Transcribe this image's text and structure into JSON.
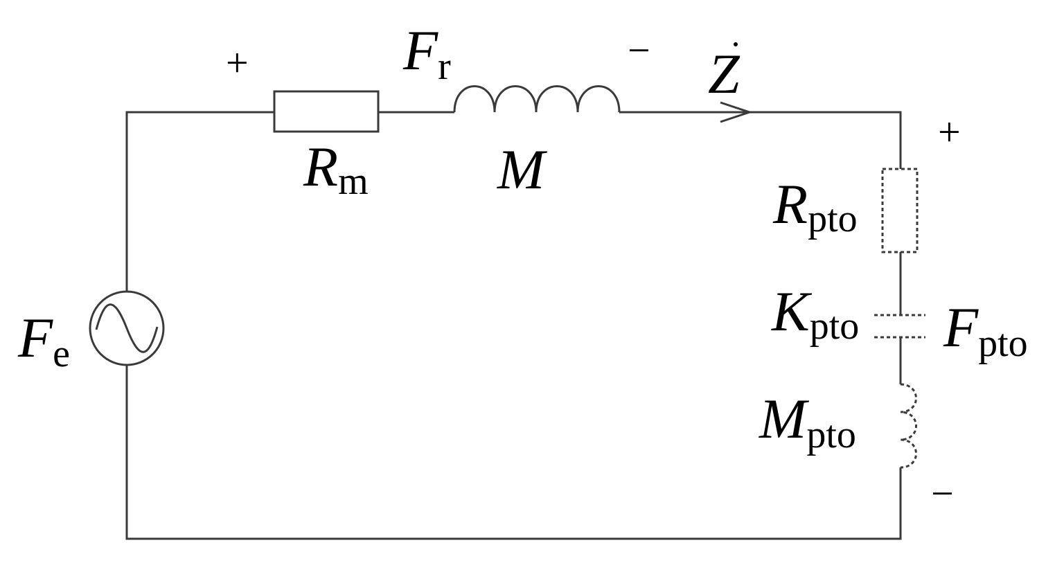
{
  "source_label": {
    "symbol": "F",
    "subscript": "e"
  },
  "radiation_force": {
    "symbol": "F",
    "subscript": "r"
  },
  "mechanical_damping": {
    "symbol": "R",
    "subscript": "m"
  },
  "mass": {
    "symbol": "M"
  },
  "velocity": {
    "symbol": "Z"
  },
  "pto_damping": {
    "symbol": "R",
    "subscript": "pto"
  },
  "pto_stiffness": {
    "symbol": "K",
    "subscript": "pto"
  },
  "pto_mass": {
    "symbol": "M",
    "subscript": "pto"
  },
  "pto_force": {
    "symbol": "F",
    "subscript": "pto"
  },
  "signs": {
    "plus": "+",
    "minus": "−"
  }
}
